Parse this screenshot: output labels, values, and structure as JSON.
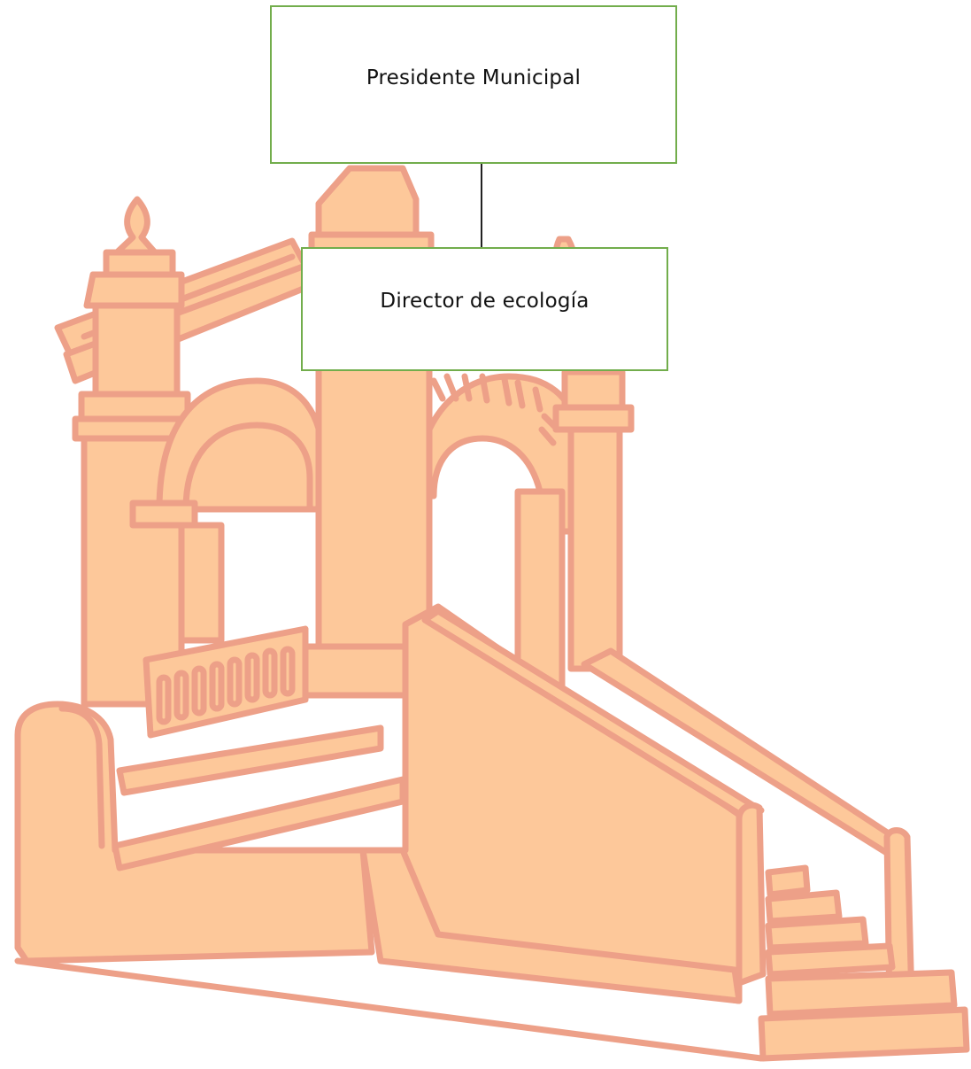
{
  "org_chart": {
    "top": {
      "title": "Presidente Municipal"
    },
    "subordinates": [
      {
        "title": "Director de ecología"
      }
    ]
  },
  "colors": {
    "box_border": "#72ad4c",
    "connector": "#222222",
    "watermark_fill": "#fdc89a",
    "watermark_stroke": "#eda088",
    "background": "#ffffff"
  },
  "watermark": {
    "subject": "colonial-arch-staircase-illustration",
    "icon": "building-arch-icon"
  }
}
